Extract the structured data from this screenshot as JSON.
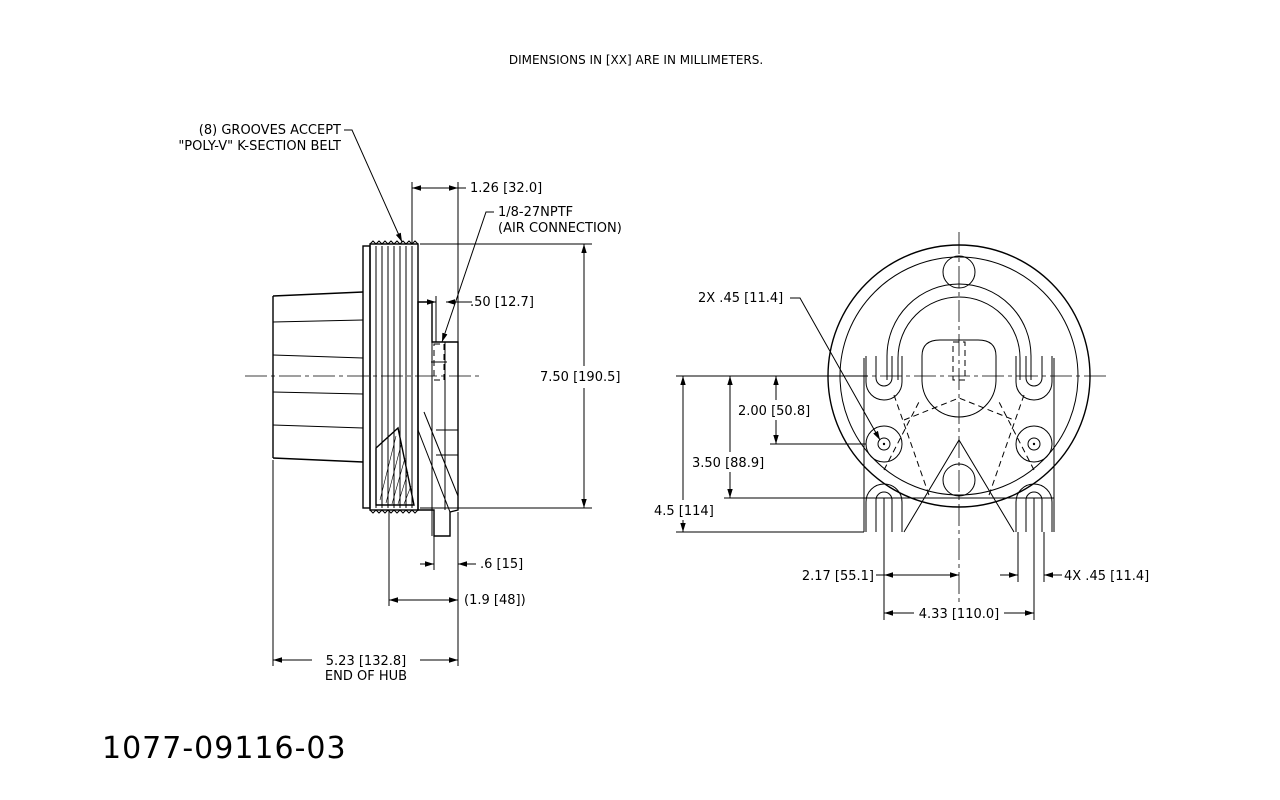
{
  "header": {
    "units_note": "DIMENSIONS IN [XX] ARE IN MILLIMETERS."
  },
  "side_view": {
    "grooves_line1": "(8) GROOVES ACCEPT",
    "grooves_line2": "\"POLY-V\" K-SECTION BELT",
    "dim_width": "1.26 [32.0]",
    "port_line1": "1/8-27NPTF",
    "port_line2": "(AIR CONNECTION)",
    "dim_port_offset": ".50 [12.7]",
    "dim_diameter": "7.50 [190.5]",
    "dim_flange": ".6 [15]",
    "dim_hub_ref": "(1.9 [48])",
    "dim_overall": "5.23 [132.8]",
    "dim_overall_note": "END OF HUB"
  },
  "front_view": {
    "holes_2x": "2X .45 [11.4]",
    "dim_2_00": "2.00 [50.8]",
    "dim_3_50": "3.50 [88.9]",
    "dim_4_5": "4.5 [114]",
    "dim_2_17": "2.17 [55.1]",
    "slots_4x": "4X .45 [11.4]",
    "dim_4_33": "4.33 [110.0]"
  },
  "part_number": "1077-09116-03"
}
